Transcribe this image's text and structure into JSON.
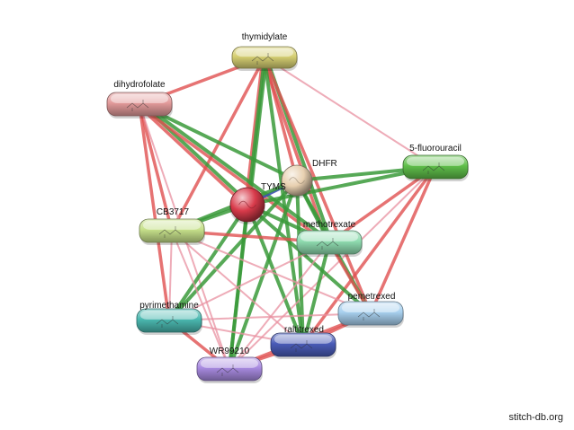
{
  "colors": {
    "experimental": "#3a9a3a",
    "textmining": "#e05050",
    "database": "#e890a0",
    "binding": "#3a4fb0"
  },
  "nodes": [
    {
      "id": "thymidylate",
      "label": "thymidylate",
      "shape": "pill",
      "color": "#d6cf72"
    },
    {
      "id": "dihydrofolate",
      "label": "dihydrofolate",
      "shape": "pill",
      "color": "#e29a9a"
    },
    {
      "id": "5-fluorouracil",
      "label": "5-fluorouracil",
      "shape": "pill",
      "color": "#5fbf4a"
    },
    {
      "id": "DHFR",
      "label": "DHFR",
      "shape": "ball",
      "color": "#e8d0b0"
    },
    {
      "id": "TYMS",
      "label": "TYMS",
      "shape": "ball",
      "color": "#d83a4a"
    },
    {
      "id": "CB3717",
      "label": "CB3717",
      "shape": "pill",
      "color": "#c6e08a"
    },
    {
      "id": "methotrexate",
      "label": "methotrexate",
      "shape": "pill",
      "color": "#8fdcb0"
    },
    {
      "id": "pemetrexed",
      "label": "pemetrexed",
      "shape": "pill",
      "color": "#a8d0ee"
    },
    {
      "id": "pyrimethamine",
      "label": "pyrimethamine",
      "shape": "pill",
      "color": "#4ab8b0"
    },
    {
      "id": "raltitrexed",
      "label": "raltitrexed",
      "shape": "pill",
      "color": "#4a5cb8"
    },
    {
      "id": "WR99210",
      "label": "WR99210",
      "shape": "pill",
      "color": "#a88ae0"
    }
  ],
  "edges": [
    {
      "source": "thymidylate",
      "target": "TYMS",
      "types": [
        "experimental",
        "textmining"
      ]
    },
    {
      "source": "thymidylate",
      "target": "DHFR",
      "types": [
        "textmining"
      ]
    },
    {
      "source": "thymidylate",
      "target": "dihydrofolate",
      "types": [
        "textmining"
      ]
    },
    {
      "source": "thymidylate",
      "target": "5-fluorouracil",
      "types": [
        "database"
      ]
    },
    {
      "source": "thymidylate",
      "target": "methotrexate",
      "types": [
        "experimental",
        "textmining"
      ]
    },
    {
      "source": "thymidylate",
      "target": "CB3717",
      "types": [
        "textmining"
      ]
    },
    {
      "source": "thymidylate",
      "target": "raltitrexed",
      "types": [
        "experimental"
      ]
    },
    {
      "source": "thymidylate",
      "target": "pemetrexed",
      "types": [
        "textmining"
      ]
    },
    {
      "source": "thymidylate",
      "target": "WR99210",
      "types": [
        "experimental"
      ]
    },
    {
      "source": "dihydrofolate",
      "target": "DHFR",
      "types": [
        "experimental"
      ]
    },
    {
      "source": "dihydrofolate",
      "target": "TYMS",
      "types": [
        "experimental",
        "textmining"
      ]
    },
    {
      "source": "dihydrofolate",
      "target": "CB3717",
      "types": [
        "textmining"
      ]
    },
    {
      "source": "dihydrofolate",
      "target": "methotrexate",
      "types": [
        "experimental",
        "textmining"
      ]
    },
    {
      "source": "dihydrofolate",
      "target": "pyrimethamine",
      "types": [
        "textmining"
      ]
    },
    {
      "source": "dihydrofolate",
      "target": "WR99210",
      "types": [
        "database"
      ]
    },
    {
      "source": "5-fluorouracil",
      "target": "DHFR",
      "types": [
        "experimental"
      ]
    },
    {
      "source": "5-fluorouracil",
      "target": "TYMS",
      "types": [
        "experimental"
      ]
    },
    {
      "source": "5-fluorouracil",
      "target": "methotrexate",
      "types": [
        "textmining"
      ]
    },
    {
      "source": "5-fluorouracil",
      "target": "pemetrexed",
      "types": [
        "textmining"
      ]
    },
    {
      "source": "5-fluorouracil",
      "target": "raltitrexed",
      "types": [
        "textmining"
      ]
    },
    {
      "source": "5-fluorouracil",
      "target": "WR99210",
      "types": [
        "database"
      ]
    },
    {
      "source": "DHFR",
      "target": "TYMS",
      "types": [
        "binding"
      ]
    },
    {
      "source": "DHFR",
      "target": "CB3717",
      "types": [
        "experimental"
      ]
    },
    {
      "source": "DHFR",
      "target": "methotrexate",
      "types": [
        "experimental"
      ]
    },
    {
      "source": "DHFR",
      "target": "pyrimethamine",
      "types": [
        "experimental"
      ]
    },
    {
      "source": "DHFR",
      "target": "WR99210",
      "types": [
        "experimental"
      ]
    },
    {
      "source": "DHFR",
      "target": "raltitrexed",
      "types": [
        "experimental"
      ]
    },
    {
      "source": "DHFR",
      "target": "pemetrexed",
      "types": [
        "experimental"
      ]
    },
    {
      "source": "TYMS",
      "target": "CB3717",
      "types": [
        "experimental"
      ]
    },
    {
      "source": "TYMS",
      "target": "methotrexate",
      "types": [
        "experimental"
      ]
    },
    {
      "source": "TYMS",
      "target": "raltitrexed",
      "types": [
        "experimental"
      ]
    },
    {
      "source": "TYMS",
      "target": "pemetrexed",
      "types": [
        "experimental"
      ]
    },
    {
      "source": "TYMS",
      "target": "WR99210",
      "types": [
        "experimental"
      ]
    },
    {
      "source": "TYMS",
      "target": "pyrimethamine",
      "types": [
        "experimental"
      ]
    },
    {
      "source": "CB3717",
      "target": "methotrexate",
      "types": [
        "textmining"
      ]
    },
    {
      "source": "CB3717",
      "target": "pyrimethamine",
      "types": [
        "database"
      ]
    },
    {
      "source": "CB3717",
      "target": "WR99210",
      "types": [
        "database"
      ]
    },
    {
      "source": "CB3717",
      "target": "raltitrexed",
      "types": [
        "database"
      ]
    },
    {
      "source": "CB3717",
      "target": "pemetrexed",
      "types": [
        "database"
      ]
    },
    {
      "source": "methotrexate",
      "target": "pemetrexed",
      "types": [
        "textmining"
      ]
    },
    {
      "source": "methotrexate",
      "target": "raltitrexed",
      "types": [
        "experimental"
      ]
    },
    {
      "source": "methotrexate",
      "target": "pyrimethamine",
      "types": [
        "database"
      ]
    },
    {
      "source": "methotrexate",
      "target": "WR99210",
      "types": [
        "database"
      ]
    },
    {
      "source": "pemetrexed",
      "target": "raltitrexed",
      "types": [
        "textmining"
      ]
    },
    {
      "source": "pemetrexed",
      "target": "pyrimethamine",
      "types": [
        "database"
      ]
    },
    {
      "source": "pemetrexed",
      "target": "WR99210",
      "types": [
        "textmining"
      ]
    },
    {
      "source": "pyrimethamine",
      "target": "WR99210",
      "types": [
        "textmining"
      ]
    },
    {
      "source": "pyrimethamine",
      "target": "raltitrexed",
      "types": [
        "database"
      ]
    },
    {
      "source": "raltitrexed",
      "target": "WR99210",
      "types": [
        "textmining"
      ]
    }
  ],
  "footer": {
    "credit": "stitch-db.org"
  }
}
